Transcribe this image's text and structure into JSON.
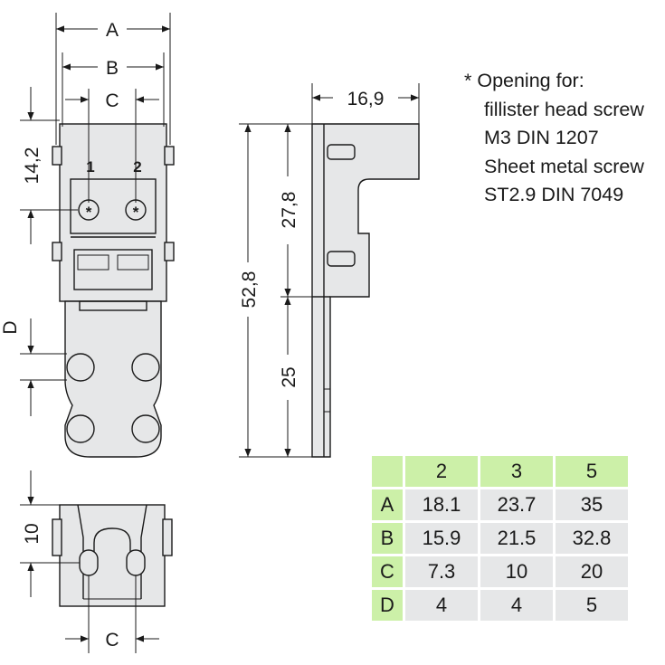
{
  "dimensions": {
    "A": "A",
    "B": "B",
    "C": "C",
    "D": "D",
    "h_14_2": "14,2",
    "h_16_9": "16,9",
    "h_27_8": "27,8",
    "h_52_8": "52,8",
    "h_25": "25",
    "h_10": "10"
  },
  "poles": {
    "p1": "1",
    "p2": "2",
    "star": "*"
  },
  "note": {
    "line1": "* Opening for:",
    "line2": "fillister head screw",
    "line3": "M3 DIN 1207",
    "line4": "Sheet metal screw",
    "line5": "ST2.9 DIN 7049"
  },
  "table": {
    "columns": [
      "2",
      "3",
      "5"
    ],
    "rows": [
      {
        "label": "A",
        "values": [
          "18.1",
          "23.7",
          "35"
        ]
      },
      {
        "label": "B",
        "values": [
          "15.9",
          "21.5",
          "32.8"
        ]
      },
      {
        "label": "C",
        "values": [
          "7.3",
          "10",
          "20"
        ]
      },
      {
        "label": "D",
        "values": [
          "4",
          "4",
          "5"
        ]
      }
    ]
  },
  "colors": {
    "header_green": "#ccf0a8",
    "cell_gray": "#e6e7e8",
    "part_fill": "#e6e7e8",
    "line": "#1a1a1a"
  }
}
